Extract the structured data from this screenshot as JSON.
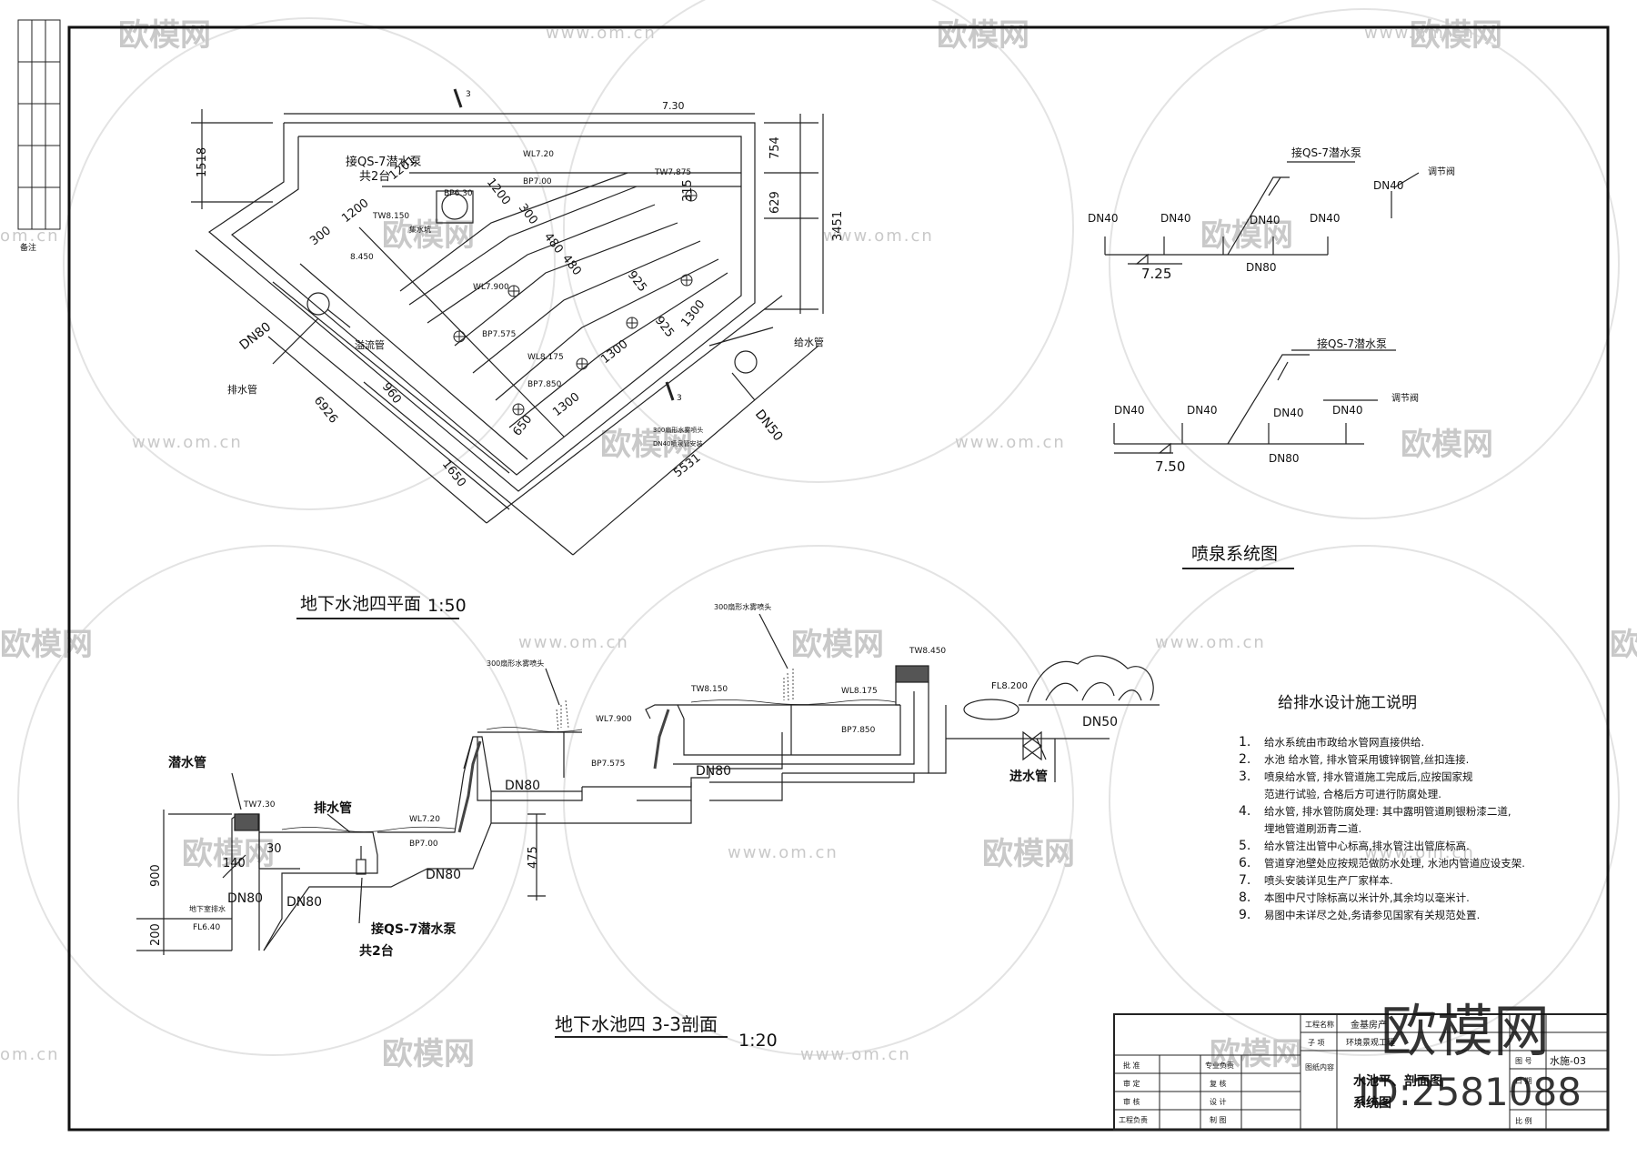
{
  "watermark": {
    "brand": "欧模网",
    "url": "www.om.cn",
    "url_short": "om.cn",
    "big_brand": "欧模网",
    "id_label": "ID:2581088"
  },
  "plan": {
    "title": "地下水池四平面",
    "scale": "1:50",
    "section_mark": "3",
    "dims": {
      "top": "7.30",
      "d1518": "1518",
      "d754": "754",
      "d629": "629",
      "d3451": "3451",
      "d1201": "1201",
      "d1200a": "1200",
      "d1200b": "1200",
      "d300a": "300",
      "d300b": "300",
      "d315": "315",
      "d480a": "480",
      "d480b": "480",
      "d925a": "925",
      "d925b": "925",
      "d1300a": "1300",
      "d1300b": "1300",
      "d1300c": "1300",
      "d960": "960",
      "d650": "650",
      "d1650": "1650",
      "d6926": "6926",
      "d5531": "5531"
    },
    "labels": {
      "pump": "接QS-7潜水泵",
      "pump_qty": "共2台",
      "wl720": "WL7.20",
      "tw7875": "TW7.875",
      "bp700": "BP7.00",
      "bp630": "BP6.30",
      "tw8150": "TW8.150",
      "sump": "集水坑",
      "e8450": "8.450",
      "wl7900": "WL7.900",
      "bp7575": "BP7.575",
      "wl8175": "WL8.175",
      "bp7850": "BP7.850",
      "overflow": "溢流管",
      "dn80": "DN80",
      "drain": "排水管",
      "supply": "给水管",
      "dn50": "DN50",
      "nozzle_note": "300扇形水雾喷头",
      "nozzle_note2": "DN40喷泉管安装"
    }
  },
  "fountain": {
    "title": "喷泉系统图",
    "sys1": {
      "pump": "接QS-7潜水泵",
      "valve": "调节阀",
      "dn40": [
        "DN40",
        "DN40",
        "DN40",
        "DN40",
        "DN40"
      ],
      "dn80": "DN80",
      "level": "7.25"
    },
    "sys2": {
      "pump": "接QS-7潜水泵",
      "valve": "调节阀",
      "dn40": [
        "DN40",
        "DN40",
        "DN40",
        "DN40"
      ],
      "dn80": "DN80",
      "level": "7.50"
    }
  },
  "section": {
    "title": "地下水池四  3-3剖面",
    "scale": "1:20",
    "labels": {
      "nozzle1": "300扇形水雾喷头",
      "nozzle2": "300扇形水雾喷头",
      "tw8450": "TW8.450",
      "fl8200": "FL8.200",
      "dn50": "DN50",
      "inlet": "进水管",
      "tw8150": "TW8.150",
      "wl8175": "WL8.175",
      "bp7850": "BP7.850",
      "wl7900": "WL7.900",
      "bp7575": "BP7.575",
      "dn80a": "DN80",
      "dn80b": "DN80",
      "dn80c": "DN80",
      "dn80d": "DN80",
      "dn80e": "DN80",
      "submerged": "潜水管",
      "tw730": "TW7.30",
      "drain": "排水管",
      "wl720": "WL7.20",
      "bp700": "BP7.00",
      "d30": "30",
      "d140": "140",
      "d900": "900",
      "d200": "200",
      "d475": "475",
      "floor_drain": "地下室排水",
      "fl640": "FL6.40",
      "pump": "接QS-7潜水泵",
      "pump_qty": "共2台"
    }
  },
  "notes": {
    "title": "给排水设计施工说明",
    "items": [
      {
        "num": "1.",
        "text": "给水系统由市政给水管网直接供给."
      },
      {
        "num": "2.",
        "text": "水池 给水管,        排水管采用镀锌钢管,丝扣连接."
      },
      {
        "num": "3.",
        "text": "喷泉给水管,        排水管道施工完成后,应按国家规"
      },
      {
        "num": "",
        "text": "范进行试验, 合格后方可进行防腐处理."
      },
      {
        "num": "4.",
        "text": "给水管,        排水管防腐处理: 其中露明管道刷银粉漆二道,"
      },
      {
        "num": "",
        "text": "埋地管道刷沥青二道."
      },
      {
        "num": "5.",
        "text": "给水管注出管中心标高,排水管注出管底标高."
      },
      {
        "num": "6.",
        "text": "管道穿池壁处应按规范做防水处理, 水池内管道应设支架."
      },
      {
        "num": "7.",
        "text": "喷头安装详见生产厂家样本."
      },
      {
        "num": "8.",
        "text": "本图中尺寸除标高以米计外,其余均以毫米计."
      },
      {
        "num": "9.",
        "text": "易图中未详尽之处,务请参见国家有关规范处置."
      }
    ]
  },
  "title_block": {
    "project_name_label": "工程名称",
    "project_name": "金基房产",
    "subitem_label": "子  项",
    "subitem": "环境景观工程",
    "drawing_content_label": "图纸内容",
    "drawing_title1": "水池平、剖面图",
    "drawing_title2": "系统图",
    "roles": [
      "批  准",
      "审  定",
      "审  核",
      "工程负责"
    ],
    "roles2": [
      "专业负责",
      "复  核",
      "设  计",
      "制  图"
    ],
    "drawing_no_label": "图  号",
    "drawing_no": "水施-03",
    "date_label": "日  期",
    "scale_label": "比  例"
  },
  "margin": {
    "side_label": "备注"
  }
}
